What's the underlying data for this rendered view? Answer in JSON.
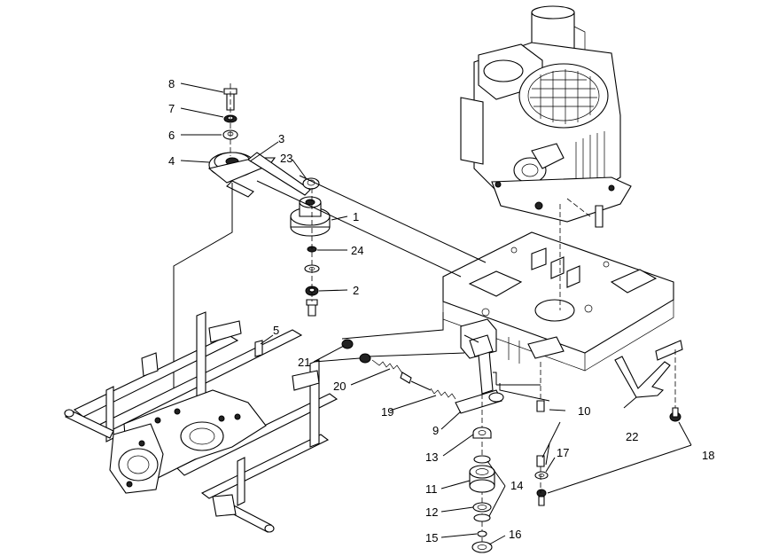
{
  "diagram": {
    "callouts": [
      {
        "id": "c1",
        "label": "1"
      },
      {
        "id": "c2",
        "label": "2"
      },
      {
        "id": "c3",
        "label": "3"
      },
      {
        "id": "c4",
        "label": "4"
      },
      {
        "id": "c5",
        "label": "5"
      },
      {
        "id": "c6",
        "label": "6"
      },
      {
        "id": "c7",
        "label": "7"
      },
      {
        "id": "c8",
        "label": "8"
      },
      {
        "id": "c9",
        "label": "9"
      },
      {
        "id": "c10",
        "label": "10"
      },
      {
        "id": "c11",
        "label": "11"
      },
      {
        "id": "c12",
        "label": "12"
      },
      {
        "id": "c13",
        "label": "13"
      },
      {
        "id": "c14",
        "label": "14"
      },
      {
        "id": "c15",
        "label": "15"
      },
      {
        "id": "c16",
        "label": "16"
      },
      {
        "id": "c17",
        "label": "17"
      },
      {
        "id": "c18",
        "label": "18"
      },
      {
        "id": "c19",
        "label": "19"
      },
      {
        "id": "c20",
        "label": "20"
      },
      {
        "id": "c21",
        "label": "21"
      },
      {
        "id": "c22",
        "label": "22"
      },
      {
        "id": "c23",
        "label": "23"
      },
      {
        "id": "c24",
        "label": "24"
      }
    ]
  }
}
